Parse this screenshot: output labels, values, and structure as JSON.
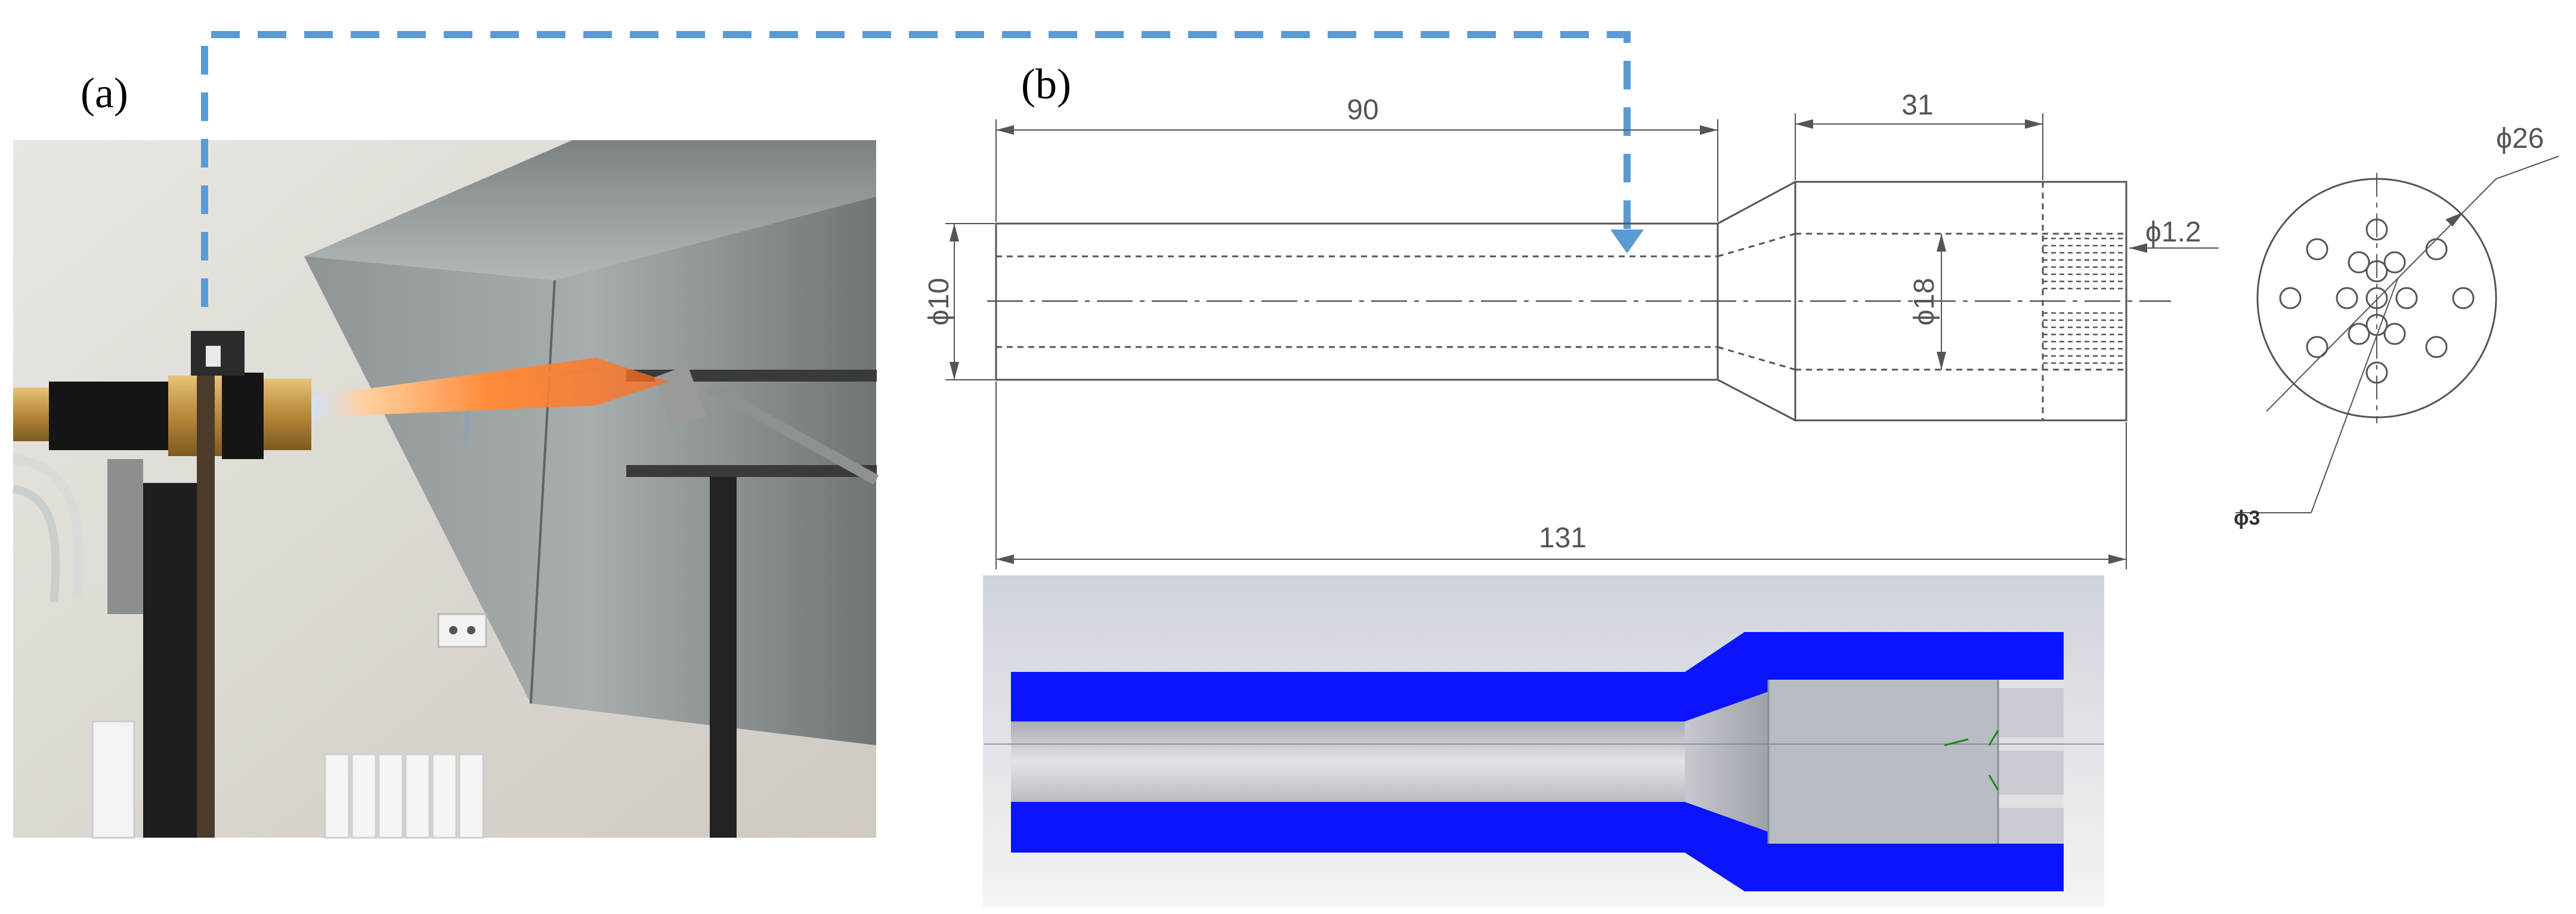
{
  "panels": {
    "a": {
      "label": "(a)"
    },
    "b": {
      "label": "(b)"
    }
  },
  "drawing": {
    "dim_length_tube": "90",
    "dim_length_head": "31",
    "dim_length_total": "131",
    "dim_diameter_tube": "ϕ10",
    "dim_diameter_head": "ϕ18",
    "dim_diameter_small_hole": "ϕ1.2",
    "dim_diameter_plate": "ϕ26",
    "dim_diameter_plate_hole": "ϕ3"
  },
  "colors": {
    "connector": "#5b9bd5",
    "cad_blue": "#0a14ff",
    "flame": "#ff8c3a",
    "line": "#555555"
  },
  "icons": {
    "connector_arrow": "dashed-arrow-down",
    "axis_triad": "cad-axis-triad"
  }
}
